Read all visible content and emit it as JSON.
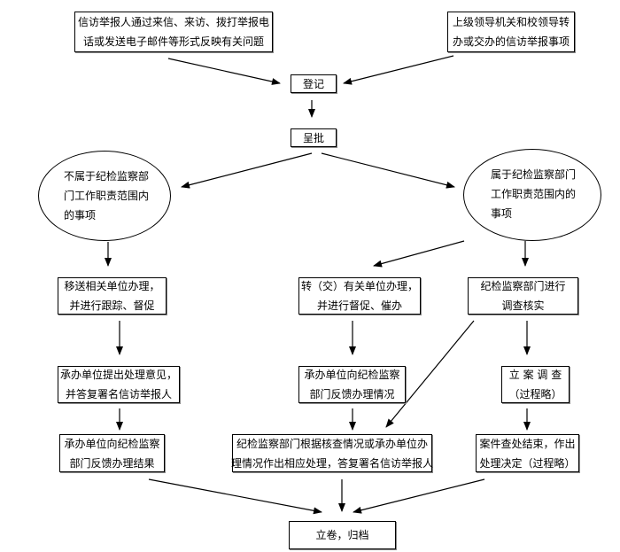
{
  "diagram": {
    "type": "flowchart",
    "nodes": {
      "source_public": {
        "lines": [
          "信访举报人通过来信、来访、拨打举报电",
          "话或发送电子邮件等形式反映有关问题"
        ]
      },
      "source_superior": {
        "lines": [
          "上级领导机关和校领导转",
          "办或交办的信访举报事项"
        ]
      },
      "register": {
        "lines": [
          "登记"
        ]
      },
      "approve": {
        "lines": [
          "呈批"
        ]
      },
      "not_in_scope": {
        "lines": [
          "不属于纪检监察部",
          "门工作职责范围内",
          "的事项"
        ]
      },
      "in_scope": {
        "lines": [
          "属于纪检监察部门",
          "工作职责范围内的",
          "事项"
        ]
      },
      "transfer_unit": {
        "lines": [
          "移送相关单位办理，",
          "并进行跟踪、督促"
        ]
      },
      "forward_unit": {
        "lines": [
          "转（交）有关单位办理，",
          "并进行督促、催办"
        ]
      },
      "investigate": {
        "lines": [
          "纪检监察部门进行",
          "调查核实"
        ]
      },
      "unit_opinion": {
        "lines": [
          "承办单位提出处理意见，",
          "并答复署名信访举报人"
        ]
      },
      "unit_feedback_status": {
        "lines": [
          "承办单位向纪检监察",
          "部门反馈办理情况"
        ]
      },
      "file_case": {
        "lines": [
          "立 案 调 查",
          "（过程略）"
        ]
      },
      "unit_feedback_result": {
        "lines": [
          "承办单位向纪检监察",
          "部门反馈办理结果"
        ]
      },
      "dept_handle": {
        "lines": [
          "纪检监察部门根据核查情况或承办单位办",
          "理情况作出相应处理，答复署名信访举报人"
        ]
      },
      "case_closed": {
        "lines": [
          "案件查处结束，作出",
          "处理决定（过程略）"
        ]
      },
      "archive": {
        "lines": [
          "立卷，归档"
        ]
      }
    },
    "edges": [
      [
        "source_public",
        "register"
      ],
      [
        "source_superior",
        "register"
      ],
      [
        "register",
        "approve"
      ],
      [
        "approve",
        "not_in_scope"
      ],
      [
        "approve",
        "in_scope"
      ],
      [
        "not_in_scope",
        "transfer_unit"
      ],
      [
        "in_scope",
        "forward_unit"
      ],
      [
        "in_scope",
        "investigate"
      ],
      [
        "transfer_unit",
        "unit_opinion"
      ],
      [
        "forward_unit",
        "unit_feedback_status"
      ],
      [
        "investigate",
        "file_case"
      ],
      [
        "investigate",
        "dept_handle"
      ],
      [
        "unit_opinion",
        "unit_feedback_result"
      ],
      [
        "unit_feedback_status",
        "dept_handle"
      ],
      [
        "file_case",
        "case_closed"
      ],
      [
        "unit_feedback_result",
        "archive"
      ],
      [
        "dept_handle",
        "archive"
      ],
      [
        "case_closed",
        "archive"
      ]
    ]
  }
}
